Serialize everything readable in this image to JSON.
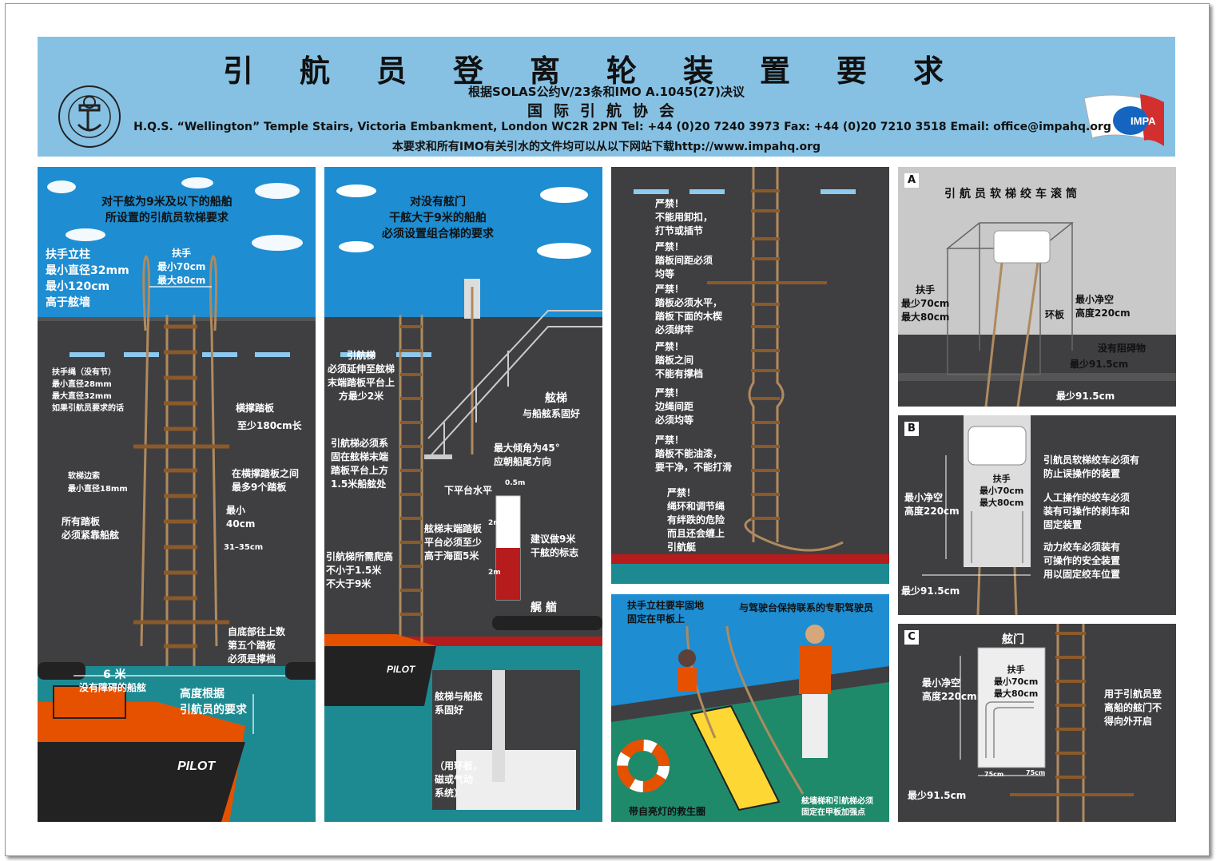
{
  "header": {
    "title": "引航员登离轮装置要求",
    "subtitle": "根据SOLAS公约V/23条和IMO A.1045(27)决议",
    "org_name": "国际引航协会",
    "address": "H.Q.S. “Wellington” Temple Stairs, Victoria Embankment, London WC2R 2PN  Tel: +44 (0)20 7240 3973  Fax: +44 (0)20 7210 3518  Email: office@impahq.org",
    "download": "本要求和所有IMO有关引水的文件均可以从以下网站下载http://www.impahq.org",
    "logo_text": "IMPA"
  },
  "panel1": {
    "heading": "对干舷为9米及以下的船舶\n所设置的引航员软梯要求",
    "stanchion": "扶手立柱\n最小直径32mm\n最小120cm\n高于舷墙",
    "handhold": "扶手\n最小70cm\n最大80cm",
    "man_rope": "扶手绳（没有节）\n最小直径28mm\n最大直径32mm\n如果引航员要求的话",
    "spreader": "横撑踏板",
    "spreader_len": "至少180cm长",
    "spreader_max": "在横撑踏板之间\n最多9个踏板",
    "side_rope": "软梯边索\n最小直径18mm",
    "steps_flat": "所有踏板\n必须紧靠船舷",
    "min40": "最小\n40cm",
    "spacing": "31–35cm",
    "fifth": "自底部往上数\n第五个踏板\n必须是撑档",
    "six_m": "6 米",
    "no_obstruct": "没有障碍的船舷",
    "height_req": "高度根据\n引航员的要求",
    "pilot": "PILOT"
  },
  "panel2": {
    "heading": "对没有舷门\n干舷大于9米的船舶\n必须设置组合梯的要求",
    "ladder_ext": "引航梯\n必须延伸至舷梯\n末端踏板平台上\n方最少2米",
    "ladder_secured": "引航梯必须系\n固在舷梯末端\n踏板平台上方\n1.5米船舷处",
    "accom": "舷梯",
    "accom_secured": "与船舷系固好",
    "angle": "最大倾角为45°\n应朝船尾方向",
    "platform": "下平台水平",
    "scale_05": "0.5m",
    "scale_2a": "2m",
    "scale_2b": "2m",
    "mark": "建议做9米\n干舷的标志",
    "platform_height": "舷梯末端踏板\n平台必须至少\n高于海面5米",
    "climb": "引航梯所需爬高\n不小于1.5米\n不大于9米",
    "stern": "艉  艏",
    "inset_title": "舷梯与船舷\n系固好",
    "inset_note": "（用环板，\n磁或气动\n系统）",
    "pilot": "PILOT"
  },
  "panel3": {
    "w1": "严禁！\n不能用卸扣，\n打节或插节",
    "w2": "严禁！\n踏板间距必须\n均等",
    "w3": "严禁！\n踏板必须水平，\n踏板下面的木楔\n必须绑牢",
    "w4": "严禁！\n踏板之间\n不能有撑档",
    "w5": "严禁！\n边绳间距\n必须均等",
    "w6": "严禁！\n踏板不能油漆，\n要干净，不能打滑",
    "w7": "严禁！\n绳环和调节绳\n有绊跌的危险\n而且还会缠上\n引航艇"
  },
  "panel4": {
    "stanchion": "扶手立柱要牢固地\n固定在甲板上",
    "officer": "与驾驶台保持联系的专职驾驶员",
    "lifebuoy": "带自亮灯的救生圈",
    "secured": "舷墙梯和引航梯必须\n固定在甲板加强点"
  },
  "panelA": {
    "label": "A",
    "title": "引航员软梯绞车滚筒",
    "handhold": "扶手\n最少70cm\n最大80cm",
    "ring": "环板",
    "clearance": "最小净空\n高度220cm",
    "no_obstacle": "没有阻碍物",
    "min915a": "最少91.5cm",
    "min915b": "最少91.5cm"
  },
  "panelB": {
    "label": "B",
    "clearance": "最小净空\n高度220cm",
    "handhold": "扶手\n最小70cm\n最大80cm",
    "min915": "最少91.5cm",
    "n1": "引航员软梯绞车必须有\n防止误操作的装置",
    "n2": "人工操作的绞车必须\n装有可操作的刹车和\n固定装置",
    "n3": "动力绞车必须装有\n可操作的安全装置\n用以固定绞车位置"
  },
  "panelC": {
    "label": "C",
    "title": "舷门",
    "clearance": "最小净空\n高度220cm",
    "handhold": "扶手\n最小70cm\n最大80cm",
    "w75a": "75cm",
    "w75b": "75cm",
    "min915": "最少91.5cm",
    "note": "用于引航员登\n离船的舷门不\n得向外开启"
  },
  "colors": {
    "header_bg": "#86c1e3",
    "panel_dark": "#3f3f41",
    "sky": "#1e8dd1",
    "sea": "#1d8a92",
    "hull_red": "#b71c1c",
    "rope": "#b08a5e",
    "deck_green": "#1f8a6a"
  }
}
